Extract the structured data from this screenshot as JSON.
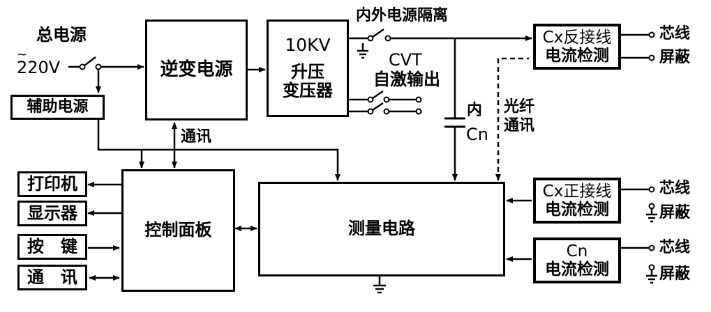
{
  "labels": {
    "main_power": "总电源",
    "voltage": "220V",
    "tilde": "~",
    "comm_vertical": "通讯",
    "inner_outer_isolation": "内外电源隔离",
    "cvt": "CVT",
    "self_excited_output": "自激输出",
    "inner": "内",
    "cn_cap": "Cn",
    "optical_fiber": "光纤",
    "optical_comm": "通讯",
    "core1": "芯线",
    "shield1": "屏蔽",
    "core2": "芯线",
    "shield2": "屏蔽",
    "core3": "芯线",
    "shield3": "屏蔽"
  },
  "boxes": {
    "aux_power": "辅助电源",
    "inverter": "逆变电源",
    "step_up_line1": "10KV",
    "step_up_line2": "升压",
    "step_up_line3": "变压器",
    "printer": "打印机",
    "display": "显示器",
    "keys": "按　键",
    "comm": "通　讯",
    "control_panel": "控制面板",
    "measure_circuit": "测量电路",
    "cx_reverse_line1": "Cx反接线",
    "cx_reverse_line2": "电流检测",
    "cx_forward_line1": "Cx正接线",
    "cx_forward_line2": "电流检测",
    "cn_line1": "Cn",
    "cn_line2": "电流检测"
  }
}
